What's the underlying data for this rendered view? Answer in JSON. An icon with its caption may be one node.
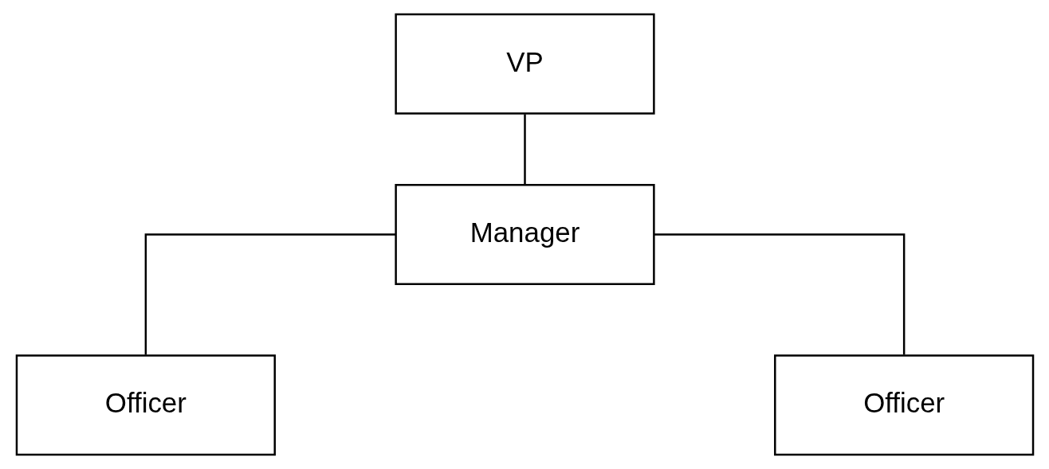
{
  "diagram": {
    "nodes": [
      {
        "text": [
          "VP"
        ]
      },
      {
        "text": [
          "Manager"
        ]
      },
      {
        "text": [
          "Officer"
        ]
      },
      {
        "text": [
          "Officer"
        ]
      }
    ],
    "edges": [
      {
        "from": 0,
        "to": 1,
        "arrow": "none"
      },
      {
        "from": 1,
        "to": 2,
        "arrow": "none"
      },
      {
        "from": 1,
        "to": 3,
        "arrow": "none"
      }
    ]
  }
}
